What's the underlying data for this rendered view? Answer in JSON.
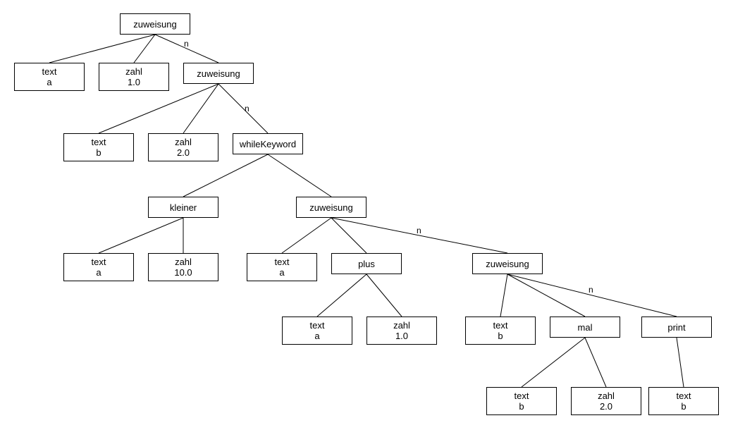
{
  "nodes": {
    "root": {
      "label": "zuweisung"
    },
    "a1": {
      "label": "text",
      "value": "a"
    },
    "a2": {
      "label": "zahl",
      "value": "1.0"
    },
    "a3": {
      "label": "zuweisung"
    },
    "b1": {
      "label": "text",
      "value": "b"
    },
    "b2": {
      "label": "zahl",
      "value": "2.0"
    },
    "b3": {
      "label": "whileKeyword"
    },
    "c1": {
      "label": "kleiner"
    },
    "c2": {
      "label": "zuweisung"
    },
    "d1": {
      "label": "text",
      "value": "a"
    },
    "d2": {
      "label": "zahl",
      "value": "10.0"
    },
    "d3": {
      "label": "text",
      "value": "a"
    },
    "d4": {
      "label": "plus"
    },
    "d5": {
      "label": "zuweisung"
    },
    "e1": {
      "label": "text",
      "value": "a"
    },
    "e2": {
      "label": "zahl",
      "value": "1.0"
    },
    "e3": {
      "label": "text",
      "value": "b"
    },
    "e4": {
      "label": "mal"
    },
    "e5": {
      "label": "print"
    },
    "f1": {
      "label": "text",
      "value": "b"
    },
    "f2": {
      "label": "zahl",
      "value": "2.0"
    },
    "f3": {
      "label": "text",
      "value": "b"
    }
  },
  "edges": [
    {
      "from": "root",
      "to": "a1"
    },
    {
      "from": "root",
      "to": "a2"
    },
    {
      "from": "root",
      "to": "a3",
      "label": "n"
    },
    {
      "from": "a3",
      "to": "b1"
    },
    {
      "from": "a3",
      "to": "b2"
    },
    {
      "from": "a3",
      "to": "b3",
      "label": "n"
    },
    {
      "from": "b3",
      "to": "c1"
    },
    {
      "from": "b3",
      "to": "c2"
    },
    {
      "from": "c1",
      "to": "d1"
    },
    {
      "from": "c1",
      "to": "d2"
    },
    {
      "from": "c2",
      "to": "d3"
    },
    {
      "from": "c2",
      "to": "d4"
    },
    {
      "from": "c2",
      "to": "d5",
      "label": "n"
    },
    {
      "from": "d4",
      "to": "e1"
    },
    {
      "from": "d4",
      "to": "e2"
    },
    {
      "from": "d5",
      "to": "e3"
    },
    {
      "from": "d5",
      "to": "e4"
    },
    {
      "from": "d5",
      "to": "e5",
      "label": "n"
    },
    {
      "from": "e4",
      "to": "f1"
    },
    {
      "from": "e4",
      "to": "f2"
    },
    {
      "from": "e5",
      "to": "f3"
    }
  ],
  "edge_labels": {
    "root_a3": "n",
    "a3_b3": "n",
    "c2_d5": "n",
    "d5_e5": "n"
  },
  "colors": {
    "stroke": "#000000",
    "background": "#ffffff"
  }
}
